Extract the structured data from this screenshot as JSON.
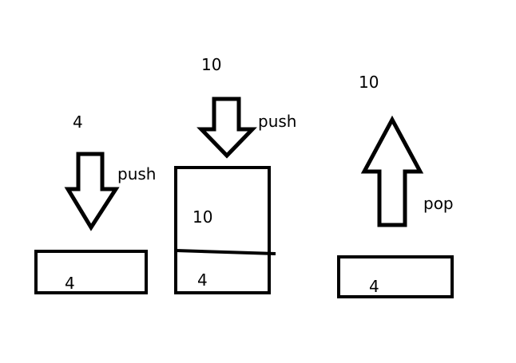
{
  "colors": {
    "stroke": "#000000",
    "background": "#ffffff",
    "fill": "#ffffff"
  },
  "icons": {
    "push_arrow": "arrow-down-icon",
    "pop_arrow": "arrow-up-icon"
  },
  "step1": {
    "element_value": "4",
    "op_label": "push",
    "stack": [
      "4"
    ]
  },
  "step2": {
    "element_value": "10",
    "op_label": "push",
    "stack": [
      "10",
      "4"
    ]
  },
  "step3": {
    "element_value": "10",
    "op_label": "pop",
    "stack": [
      "4"
    ]
  }
}
